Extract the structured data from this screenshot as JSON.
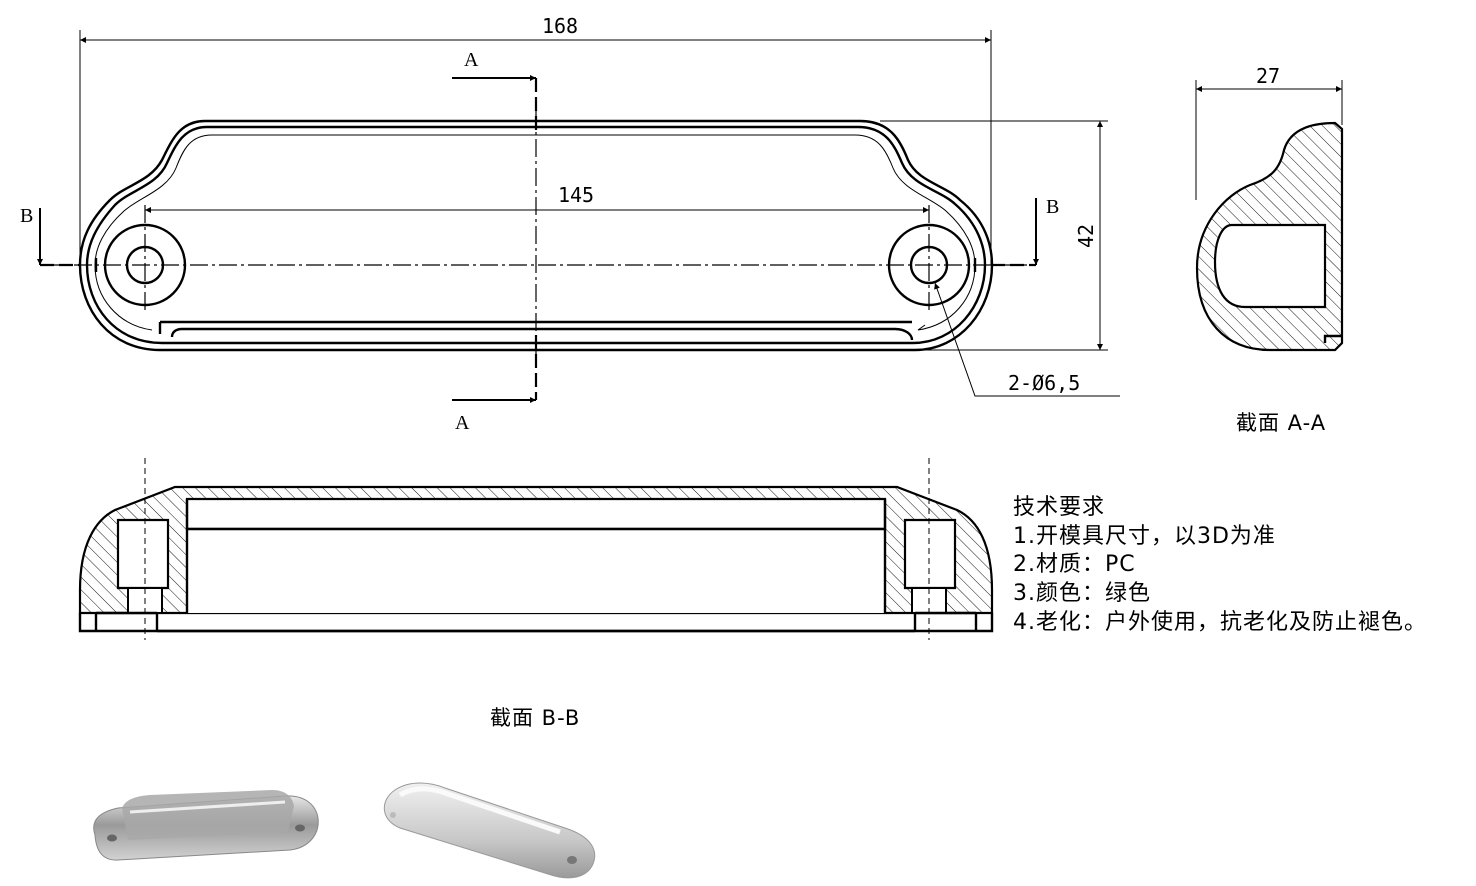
{
  "top_view": {
    "overall_length": "168",
    "hole_spacing": "145",
    "height": "42",
    "hole_callout": "2-Ø6,5",
    "section_a_top": "A",
    "section_a_bottom": "A",
    "section_b_left": "B",
    "section_b_right": "B"
  },
  "section_aa": {
    "width_dim": "27",
    "caption": "截面   A-A"
  },
  "section_bb": {
    "caption": "截面   B-B"
  },
  "requirements": {
    "title": "技术要求",
    "items": [
      "1.开模具尺寸，以3D为准",
      "2.材质：PC",
      "3.颜色：绿色",
      "4.老化：户外使用，抗老化及防止褪色。"
    ]
  }
}
